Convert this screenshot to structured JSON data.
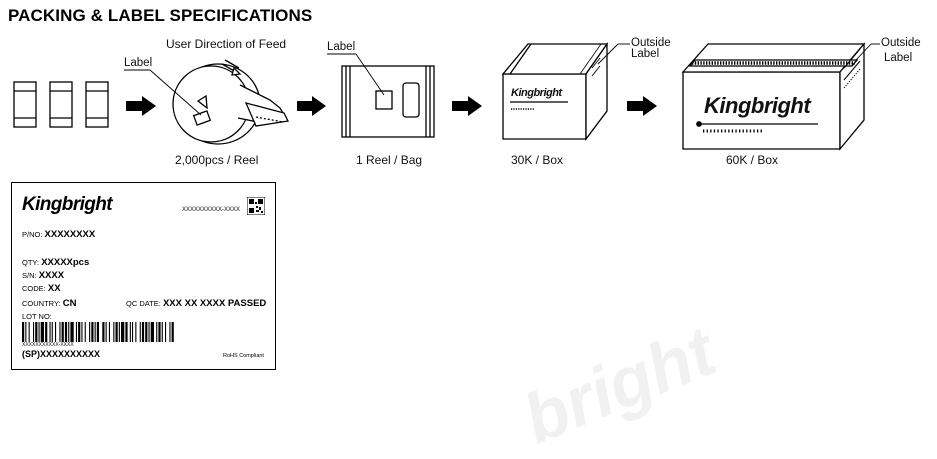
{
  "title": "PACKING & LABEL SPECIFICATIONS",
  "feed_label": "User Direction of Feed",
  "steps": [
    {
      "caption": "2,000pcs / Reel",
      "callout": "Label"
    },
    {
      "caption": "1 Reel / Bag",
      "callout": "Label"
    },
    {
      "caption": "30K / Box",
      "callout_line1": "Outside",
      "callout_line2": "Label",
      "brand": "Kingbright"
    },
    {
      "caption": "60K / Box",
      "callout_line1": "Outside",
      "callout_line2": "Label",
      "brand": "Kingbright"
    }
  ],
  "label_card": {
    "brand": "Kingbright",
    "code": "XXXXXXXXXX-XXXX",
    "pno_key": "P/NO:",
    "pno_val": "XXXXXXXX",
    "qty_key": "QTY:",
    "qty_val": "XXXXXpcs",
    "sn_key": "S/N:",
    "sn_val": "XXXX",
    "code_key": "CODE:",
    "code_val": "XX",
    "country_key": "COUNTRY:",
    "country_val": "CN",
    "qc_key": "QC DATE:",
    "qc_val": "XXX XX XXXX  PASSED",
    "lot_key": "LOT NO:",
    "barcode_text": "XXXXXXXXXXX-XXXX",
    "sp_line": "(SP)XXXXXXXXXX",
    "rohs": "RoHS Compliant"
  },
  "watermark": "bright"
}
